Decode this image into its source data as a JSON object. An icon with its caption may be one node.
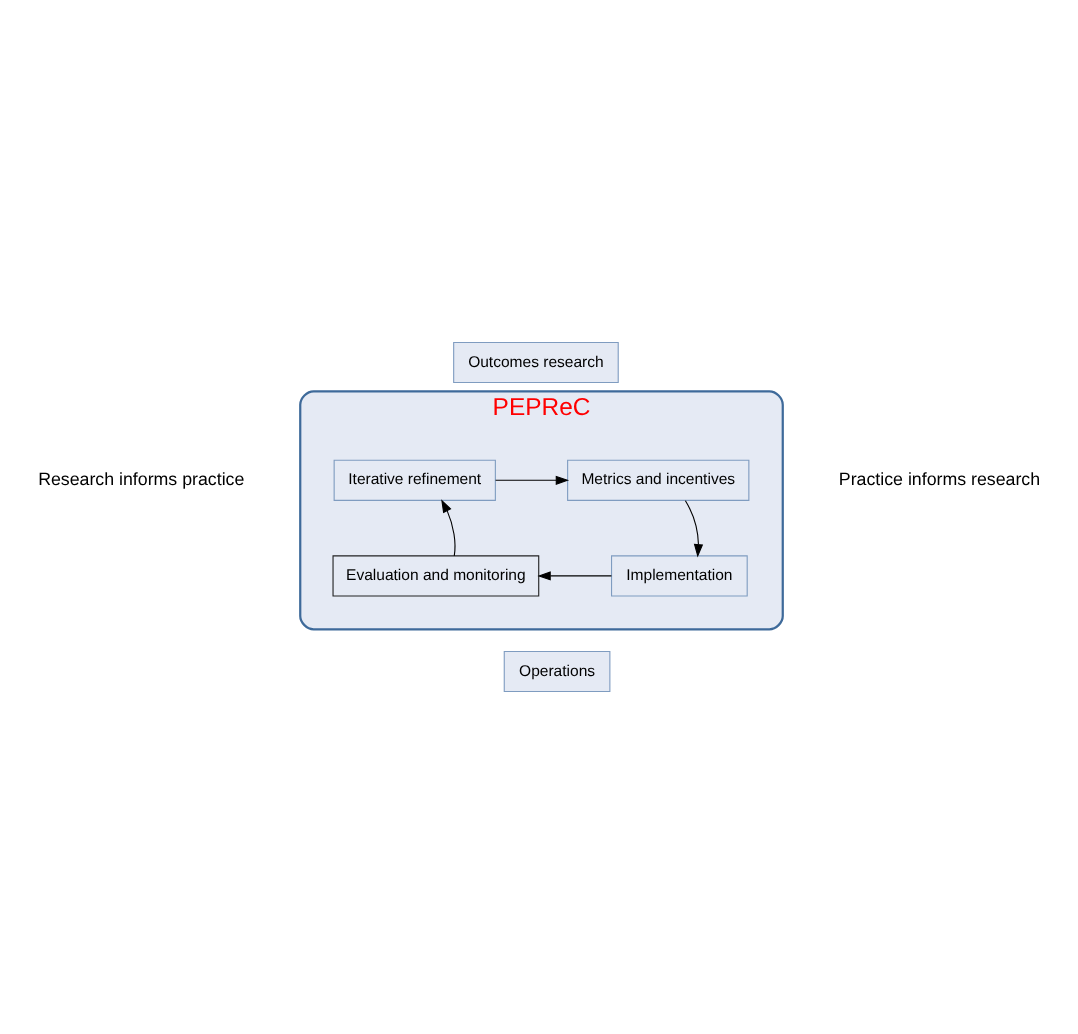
{
  "diagram": {
    "nodes": [
      {
        "text": [
          "PEPReC"
        ]
      },
      {
        "text": [
          "Outcomes research"
        ]
      },
      {
        "text": [
          "Metrics and incentives"
        ],
        "in": 0
      },
      {
        "text": [
          "Iterative refinement"
        ],
        "in": 0
      },
      {
        "text": [
          "Implementation"
        ],
        "in": 0
      },
      {
        "text": [
          "Evaluation and monitoring"
        ],
        "in": 0
      },
      {
        "text": [
          "Operations"
        ]
      }
    ],
    "edges": [
      {
        "from": 3,
        "to": 2,
        "arrow": "to"
      },
      {
        "from": 2,
        "to": 4,
        "arrow": "to"
      },
      {
        "from": 4,
        "to": 5,
        "arrow": "to"
      },
      {
        "from": 5,
        "to": 3,
        "arrow": "to"
      }
    ],
    "labels": [
      "Research informs practice",
      "Practice informs research"
    ]
  }
}
